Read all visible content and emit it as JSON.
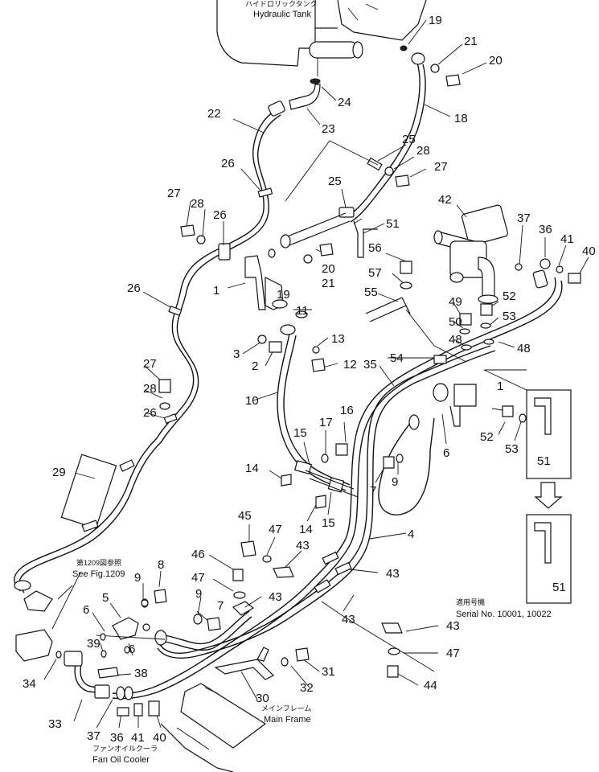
{
  "labels": {
    "hydraulic_tank_jp": "ハイドロリックタンク",
    "hydraulic_tank_en": "Hydraulic Tank",
    "see_fig_jp": "第1209図参照",
    "see_fig_en": "See Fig.1209",
    "main_frame_jp": "メインフレーム",
    "main_frame_en": "Main Frame",
    "fan_oil_cooler_jp": "ファンオイルクーラ",
    "fan_oil_cooler_en": "Fan Oil Cooler",
    "serial_jp": "適用号機",
    "serial_en": "Serial  No.  10001,  10022"
  },
  "part_numbers": {
    "n19a": "19",
    "n21a": "21",
    "n20a": "20",
    "n24": "24",
    "n22": "22",
    "n23": "23",
    "n18": "18",
    "n25a": "25",
    "n28a": "28",
    "n27a": "27",
    "n26a": "26",
    "n25b": "25",
    "n42": "42",
    "n37a": "37",
    "n27b": "27",
    "n28b": "28",
    "n26b": "26",
    "n51a": "51",
    "n36a": "36",
    "n41a": "41",
    "n40a": "40",
    "n56": "56",
    "n20b": "20",
    "n21b": "21",
    "n19b": "19",
    "n57": "57",
    "n1a": "1",
    "n26c": "26",
    "n11": "11",
    "n55": "55",
    "n49": "49",
    "n52a": "52",
    "n53a": "53",
    "n50": "50",
    "n48a": "48",
    "n48b": "48",
    "n3": "3",
    "n13": "13",
    "n2": "2",
    "n12": "12",
    "n54": "54",
    "n35": "35",
    "n27c": "27",
    "n1b": "1",
    "n28c": "28",
    "n10": "10",
    "n26d": "26",
    "n52b": "52",
    "n53b": "53",
    "n17": "17",
    "n16": "16",
    "n6a": "6",
    "n15a": "15",
    "n29": "29",
    "n51b": "51",
    "n14a": "14",
    "n7a": "7",
    "n9a": "9",
    "n15b": "15",
    "n14b": "14",
    "n45": "45",
    "n47a": "47",
    "n4": "4",
    "n43a": "43",
    "n46": "46",
    "n8": "8",
    "n9b": "9",
    "n43b": "43",
    "n47b": "47",
    "n9c": "9",
    "n5": "5",
    "n7b": "7",
    "n43c": "43",
    "n6b": "6",
    "n39": "39",
    "n6c": "6",
    "n43d": "43",
    "n51c": "51",
    "n43e": "43",
    "n47c": "47",
    "n34": "34",
    "n38": "38",
    "n31": "31",
    "n32": "32",
    "n44": "44",
    "n33": "33",
    "n30": "30",
    "n37b": "37",
    "n36b": "36",
    "n41b": "41",
    "n40b": "40"
  }
}
